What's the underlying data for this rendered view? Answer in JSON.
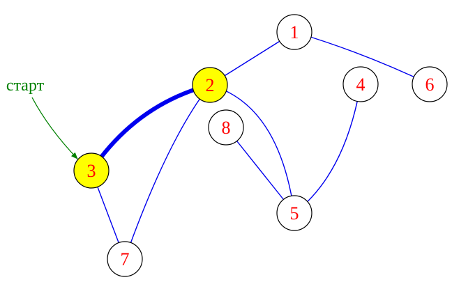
{
  "colors": {
    "edge": "#0000ee",
    "node_label": "#ff0000",
    "node_stroke": "#000000",
    "node_fill": "#ffffff",
    "visited_fill": "#ffff00",
    "start_color": "#008000"
  },
  "start_label": "старт",
  "nodes": [
    {
      "id": "1",
      "label": "1",
      "visited": false
    },
    {
      "id": "2",
      "label": "2",
      "visited": true
    },
    {
      "id": "3",
      "label": "3",
      "visited": true
    },
    {
      "id": "4",
      "label": "4",
      "visited": false
    },
    {
      "id": "5",
      "label": "5",
      "visited": false
    },
    {
      "id": "6",
      "label": "6",
      "visited": false
    },
    {
      "id": "7",
      "label": "7",
      "visited": false
    },
    {
      "id": "8",
      "label": "8",
      "visited": false
    }
  ],
  "edges": [
    {
      "from": "2",
      "to": "1",
      "traversed": false
    },
    {
      "from": "1",
      "to": "6",
      "traversed": false
    },
    {
      "from": "3",
      "to": "2",
      "traversed": true
    },
    {
      "from": "2",
      "to": "7",
      "traversed": false
    },
    {
      "from": "2",
      "to": "5",
      "traversed": false
    },
    {
      "from": "3",
      "to": "7",
      "traversed": false
    },
    {
      "from": "8",
      "to": "5",
      "traversed": false
    },
    {
      "from": "4",
      "to": "5",
      "traversed": false
    }
  ]
}
